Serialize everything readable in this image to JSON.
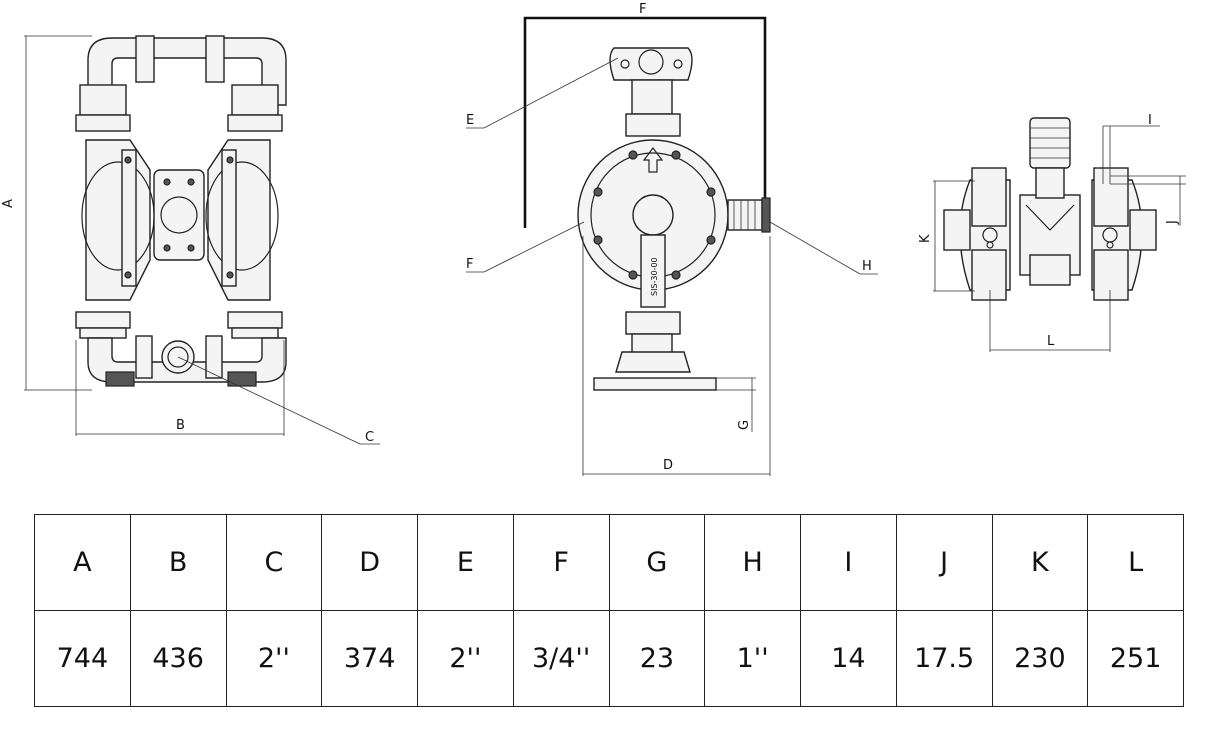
{
  "labels": {
    "a": "A",
    "b": "B",
    "c": "C",
    "d": "D",
    "e": "E",
    "f_top": "F",
    "f_side": "F",
    "g": "G",
    "h": "H",
    "i": "I",
    "j": "J",
    "k": "K",
    "l": "L",
    "plate_marking": "SIS-30-00"
  },
  "table": {
    "headers": [
      "A",
      "B",
      "C",
      "D",
      "E",
      "F",
      "G",
      "H",
      "I",
      "J",
      "K",
      "L"
    ],
    "values": [
      "744",
      "436",
      "2''",
      "374",
      "2''",
      "3/4''",
      "23",
      "1''",
      "14",
      "17.5",
      "230",
      "251"
    ]
  }
}
